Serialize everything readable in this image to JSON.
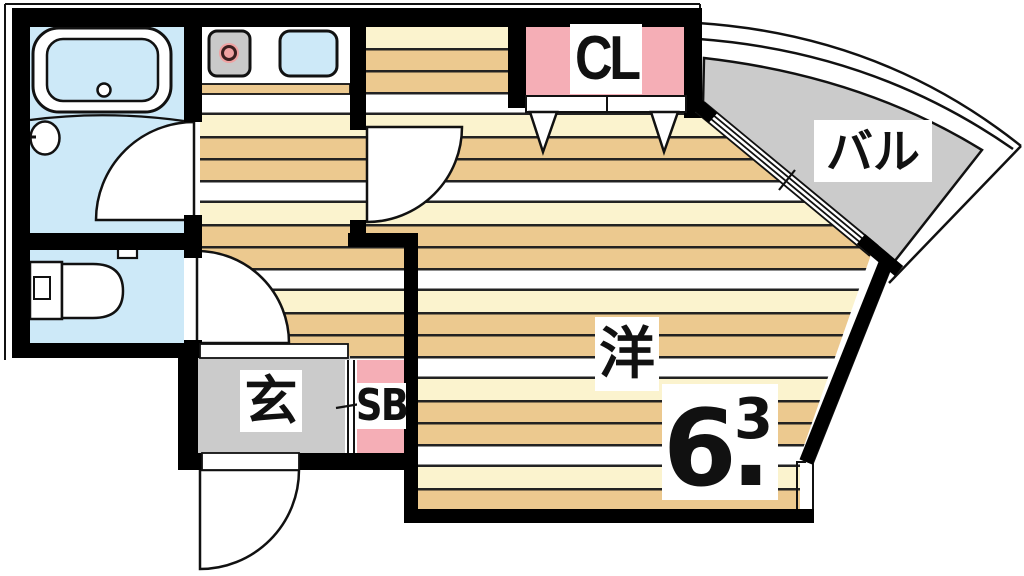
{
  "plan": {
    "rooms": {
      "closet": {
        "label": "CL"
      },
      "balcony": {
        "label": "バル"
      },
      "main_room": {
        "label": "洋",
        "size_whole": "6.",
        "size_decimal": "3"
      },
      "entrance": {
        "label": "玄"
      },
      "shoe_box": {
        "label": "SB"
      }
    },
    "colors": {
      "wall": "#000000",
      "outline": "#111111",
      "water_blue": "#CDE9F8",
      "pink": "#F5AEB6",
      "gray": "#CBCBCB",
      "floor_tan": "#ECC98F",
      "floor_cream": "#FBF3CE",
      "floor_white": "#FFFFFF",
      "burner_red": "#F0A2A2",
      "stove_gray": "#C9C9C9",
      "stripe_line": "#222222"
    }
  }
}
